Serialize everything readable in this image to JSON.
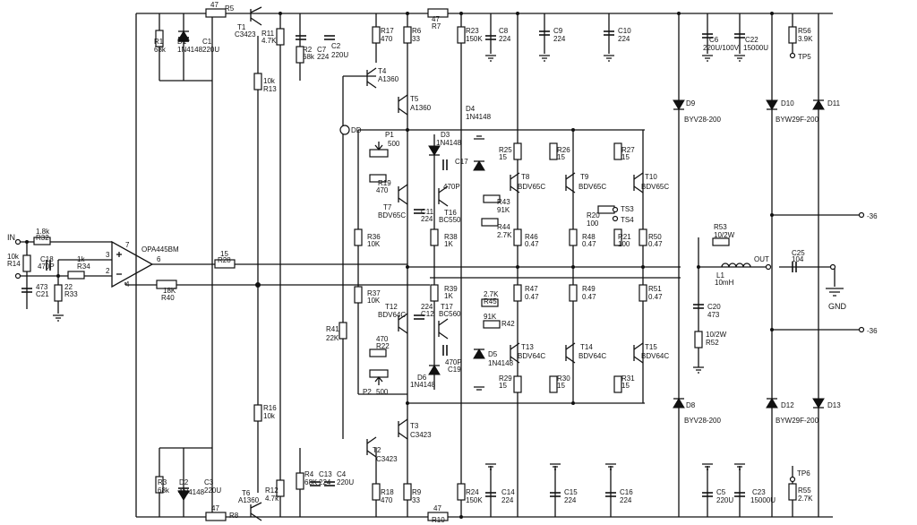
{
  "labels": {
    "R5": "R5",
    "R5v": "47",
    "T1": "T1",
    "T1t": "C3423",
    "R1": "R1",
    "R1v": "68k",
    "D1": "D1",
    "D1t": "1N4148",
    "C1": "C1",
    "C1v": "220U",
    "R11": "R11",
    "R11v": "4.7K",
    "R2": "R2",
    "R2v": "68k",
    "C7": "C7",
    "C7v": "224",
    "C2": "C2",
    "C2v": "220U",
    "R13": "R13",
    "R13v": "10k",
    "R17": "R17",
    "R17v": "470",
    "R6": "R6",
    "R6v": "33",
    "R7": "R7",
    "R7v": "47",
    "R23": "R23",
    "R23v": "150K",
    "C8": "C8",
    "C8v": "224",
    "C9": "C9",
    "C9v": "224",
    "C10": "C10",
    "C10v": "224",
    "C6": "C6",
    "C6v": "220U/100V",
    "C22": "C22",
    "C22v": "15000U",
    "R56": "R56",
    "R56v": "3.9K",
    "TP5": "TP5",
    "T4": "T4",
    "T4t": "A1360",
    "T5": "T5",
    "T5t": "A1360",
    "D4": "D4",
    "D4t": "1N4148",
    "D9": "D9",
    "D9t": "BYV28-200",
    "D10": "D10",
    "D10t": "BYW29F-200",
    "D11": "D11",
    "DD": "DD",
    "P1": "P1",
    "P1v": "500",
    "D3": "D3",
    "D3t": "1N4148",
    "R25": "R25",
    "R25v": "15",
    "R26": "R26",
    "R26v": "15",
    "R27": "R27",
    "R27v": "15",
    "C17": "C17",
    "C17v": "470P",
    "T8": "T8",
    "T8t": "BDV65C",
    "T9": "T9",
    "T9t": "BDV65C",
    "T10": "T10",
    "T10t": "BDV65C",
    "R19": "R19",
    "R19v": "470",
    "T7": "T7",
    "T7t": "BDV65C",
    "C11": "C11",
    "C11v": "224",
    "T16": "T16",
    "T16t": "BC550",
    "R43": "R43",
    "R43v": "91K",
    "R20": "R20",
    "R20v": "100",
    "TS3": "TS3",
    "TS4": "TS4",
    "minus36a": "-36",
    "R36": "R36",
    "R36v": "10K",
    "R38": "R38",
    "R38v": "1K",
    "R44": "R44",
    "R44v": "2.7K",
    "R46": "R46",
    "R46v": "0.47",
    "R48": "R48",
    "R48v": "0.47",
    "R21": "R21",
    "R21v": "100",
    "R50": "R50",
    "R50v": "0.47",
    "R53": "R53",
    "R53v": "10/2W",
    "IN": "IN",
    "R32": "R32",
    "R32v": "1.8k",
    "R14": "R14",
    "R14v": "10k",
    "C18": "C18",
    "C18v": "470P",
    "R34": "R34",
    "R34v": "1k",
    "OPA": "OPA445BM",
    "R28": "R28",
    "R28v": "15",
    "OUT": "OUT",
    "C25": "C25",
    "C25v": "104",
    "L1": "L1",
    "L1v": "10mH",
    "C21": "C21",
    "C21v": "473",
    "R33": "R33",
    "R33v": "22",
    "R40": "R40",
    "R40v": "18K",
    "GND": "GND",
    "R39": "R39",
    "R39v": "1K",
    "R45": "R45",
    "R45v": "2.7K",
    "R47": "R47",
    "R47v": "0.47",
    "R49": "R49",
    "R49v": "0.47",
    "R51": "R51",
    "R51v": "0.47",
    "R37": "R37",
    "R37v": "10K",
    "T12": "T12",
    "T12t": "BDV64C",
    "C12": "C12",
    "C12v": "224",
    "T17": "T17",
    "T17t": "BC560",
    "C20": "C20",
    "C20v": "473",
    "minus36b": "-36",
    "R41": "R41",
    "R41v": "22K",
    "R42": "R42",
    "R42v": "91K",
    "R22": "R22",
    "R22v": "470",
    "D5": "D5",
    "D5t": "1N4148",
    "T13": "T13",
    "T13t": "BDV64C",
    "T14": "T14",
    "T14t": "BDV64C",
    "T15": "T15",
    "T15t": "BDV64C",
    "R52": "R52",
    "R52v": "10/2W",
    "C19": "C19",
    "C19v": "470P",
    "P2": "P2",
    "P2v": "500",
    "D6": "D6",
    "D6t": "1N4148",
    "R29": "R29",
    "R29v": "15",
    "R30": "R30",
    "R30v": "15",
    "R31": "R31",
    "R31v": "15",
    "R16": "R16",
    "R16v": "10k",
    "D8": "D8",
    "D8t": "BYV28-200",
    "D12": "D12",
    "D12t": "BYW29F-200",
    "D13": "D13",
    "T3": "T3",
    "T3t": "C3423",
    "T2": "T2",
    "T2t": "C3423",
    "R3": "R3",
    "R3v": "68k",
    "D2": "D2",
    "D2t": "1N4148",
    "C3": "C3",
    "C3v": "220U",
    "T6": "T6",
    "T6t": "A1360",
    "R12": "R12",
    "R12v": "4.7k",
    "R4": "R4",
    "R4v": "68K",
    "C13": "C13",
    "C13v": "224",
    "C4": "C4",
    "C4v": "220U",
    "R18": "R18",
    "R18v": "470",
    "R9": "R9",
    "R9v": "33",
    "R24": "R24",
    "R24v": "150K",
    "C14": "C14",
    "C14v": "224",
    "C15": "C15",
    "C15v": "224",
    "C16": "C16",
    "C16v": "224",
    "C5": "C5",
    "C5v": "220U",
    "C23": "C23",
    "C23v": "15000U",
    "TP6": "TP6",
    "R55": "R55",
    "R55v": "2.7K",
    "R8": "R8",
    "R8v": "47",
    "R10": "R10",
    "R10v": "47",
    "pin3": "3",
    "pin2": "2",
    "pin6": "6",
    "pin7": "7",
    "pin4": "4"
  }
}
